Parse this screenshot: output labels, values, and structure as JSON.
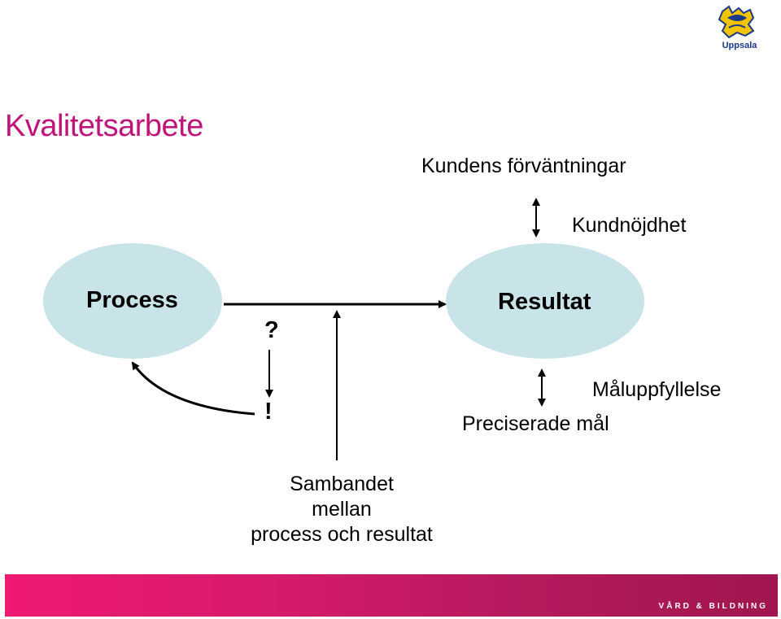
{
  "slide": {
    "title": "Kvalitetsarbete",
    "logo_text": "Uppsala",
    "footer_text": "VÅRD & BILDNING"
  },
  "colors": {
    "title": "#c0147a",
    "ellipse_fill": "#c8e4e9",
    "footer_start": "#ef1a72",
    "footer_end": "#a01650",
    "logo_yellow": "#f2c300",
    "logo_blue": "#1a3a8a"
  },
  "diagram": {
    "nodes": {
      "process": "Process",
      "result": "Resultat"
    },
    "labels": {
      "customer_expectations": "Kundens förväntningar",
      "customer_satisfaction": "Kundnöjdhet",
      "goal_fulfilment": "Måluppfyllelse",
      "precise_goals": "Preciserade mål",
      "question_mark": "?",
      "exclamation_mark": "!"
    },
    "relation_text": [
      "Sambandet",
      "mellan",
      "process och resultat"
    ]
  }
}
